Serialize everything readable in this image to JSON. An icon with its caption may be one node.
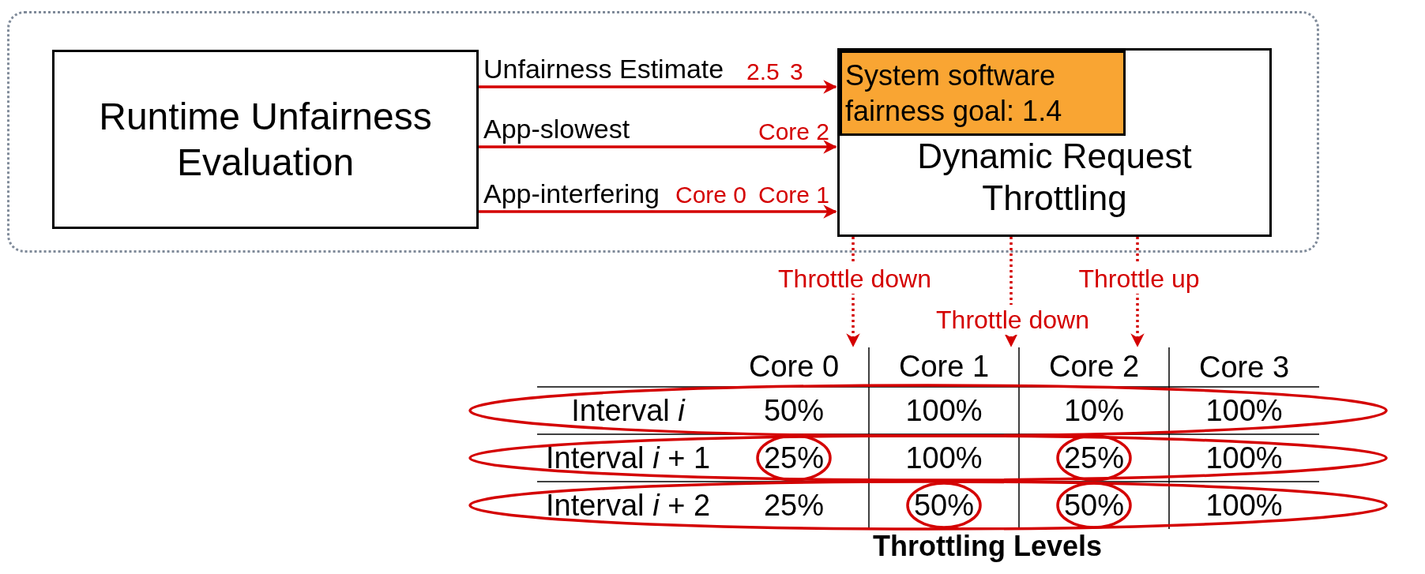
{
  "diagram": {
    "nodes": [
      {
        "text": [],
        "shape": "box"
      },
      {
        "text": [
          "Runtime Unfairness Evaluation"
        ],
        "in": 0
      },
      {
        "text": [
          "Dynamic Request Throttling"
        ],
        "in": 0
      },
      {
        "text": [
          "System software fairness goal: 1.4"
        ],
        "in": 2
      },
      {
        "text": [
          "Core 0"
        ]
      },
      {
        "text": [
          "Core 1"
        ]
      },
      {
        "text": [
          "Core 2"
        ]
      }
    ],
    "edges": [
      {
        "from": 1,
        "to": 2,
        "arrow": "to",
        "label": "Unfairness Estimate"
      },
      {
        "from": 1,
        "to": 2,
        "arrow": "to",
        "label": "App-slowest"
      },
      {
        "from": 1,
        "to": 2,
        "arrow": "to",
        "label": "App-interfering"
      },
      {
        "from": 2,
        "to": 4,
        "arrow": "to",
        "label": "Throttle down",
        "style": "dashed"
      },
      {
        "from": 2,
        "to": 5,
        "arrow": "to",
        "label": "Throttle down",
        "style": "dashed"
      },
      {
        "from": 2,
        "to": 6,
        "arrow": "to",
        "label": "Throttle up",
        "style": "dashed"
      }
    ],
    "labels": [
      "2.5",
      "3",
      "Core 2",
      "Core 0",
      "Core 1",
      "Core 3",
      "Interval *i*",
      "50%",
      "100%",
      "10%",
      "100%",
      "Interval *i* + 1",
      "25%",
      "100%",
      "25%",
      "100%",
      "Interval *i* + 2",
      "25%",
      "50%",
      "50%",
      "100%",
      "Throttling Levels"
    ]
  }
}
